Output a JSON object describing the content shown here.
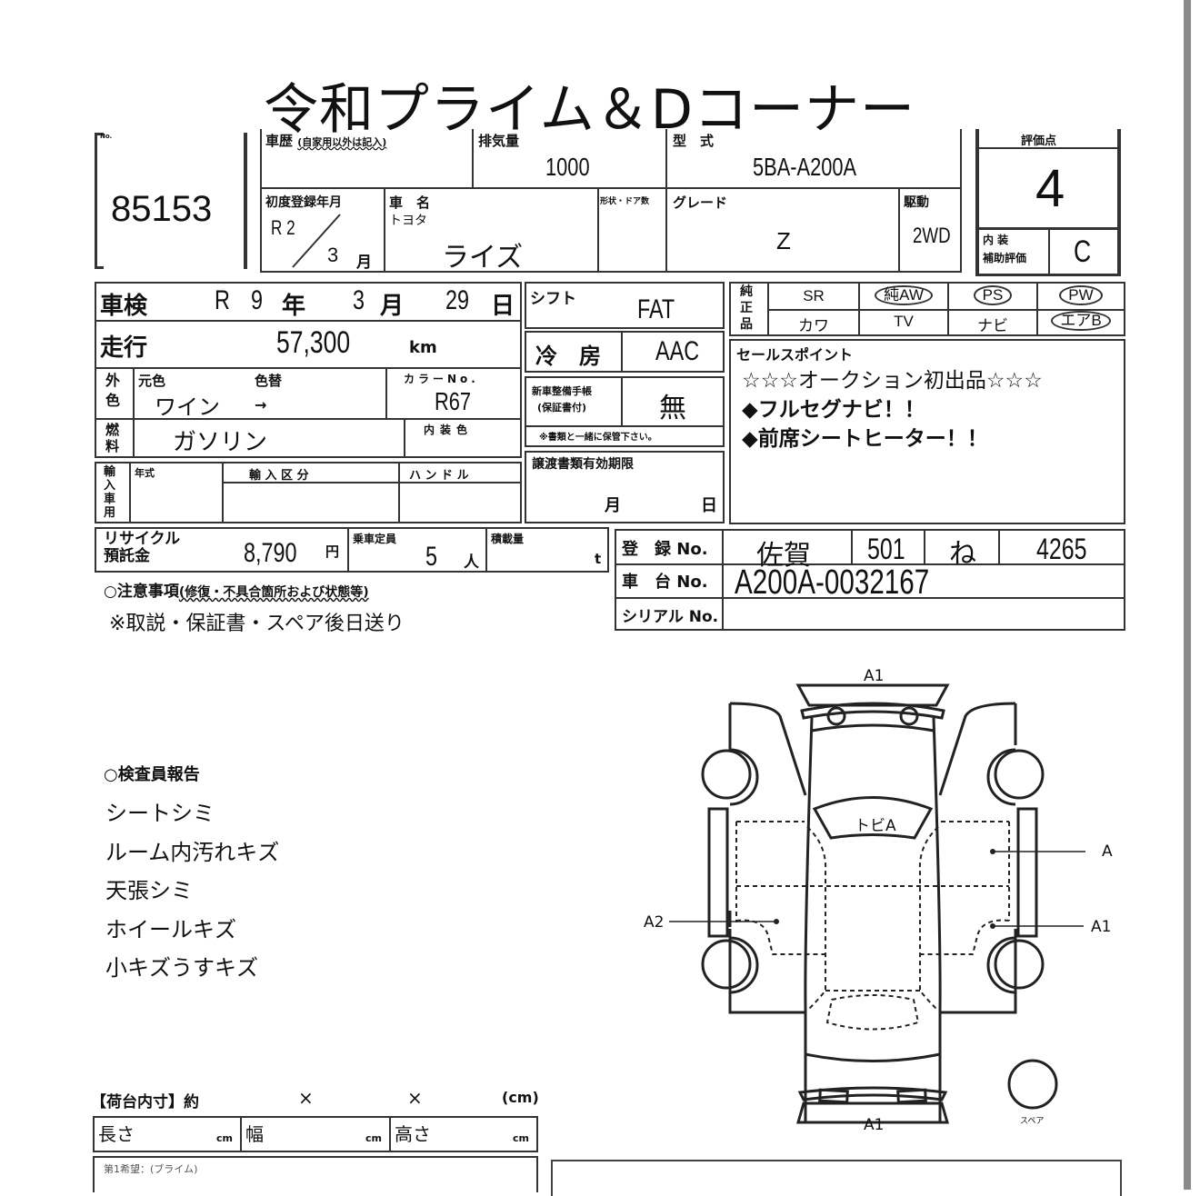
{
  "title": "令和プライム＆Dコーナー",
  "lot": {
    "label": "No.",
    "number": "85153"
  },
  "history": {
    "label": "車歴",
    "note": "(自家用以外は記入)",
    "value": ""
  },
  "displacement": {
    "label": "排気量",
    "value": "1000"
  },
  "model_code": {
    "label": "型　式",
    "value": "5BA-A200A"
  },
  "score": {
    "label": "評価点",
    "value": "4",
    "interior_label": "内 装\n補助評価",
    "interior_value": "C"
  },
  "first_registration": {
    "label": "初度登録年月",
    "era": "R 2",
    "month": "3",
    "month_unit": "月"
  },
  "car_name": {
    "label": "車　名",
    "maker": "トヨタ",
    "value": "ライズ"
  },
  "body_doors": {
    "label": "形状・ドア数",
    "value": ""
  },
  "grade": {
    "label": "グレード",
    "value": "Z"
  },
  "drive": {
    "label": "駆動",
    "value": "2WD"
  },
  "inspection": {
    "label": "車検",
    "era": "R",
    "year": "9",
    "year_unit": "年",
    "month": "3",
    "month_unit": "月",
    "day": "29",
    "day_unit": "日"
  },
  "mileage": {
    "label": "走行",
    "value": "57,300",
    "unit": "km"
  },
  "exterior_color": {
    "side_label": "外色",
    "original_label": "元色",
    "original": "ワイン",
    "change_label": "色替",
    "change": "→",
    "code_label": "カラーNo.",
    "code": "R67"
  },
  "fuel": {
    "side_label": "燃料",
    "value": "ガソリン",
    "interior_color_label": "内装色",
    "interior_color": ""
  },
  "import": {
    "side_label": "輸入車用",
    "year_label": "年式",
    "category_label": "輸 入 区 分",
    "handle_label": "ハ ン ド ル"
  },
  "shift": {
    "label": "シフト",
    "value": "FAT"
  },
  "ac": {
    "label": "冷　房",
    "value": "AAC"
  },
  "warranty": {
    "label": "新車整備手帳\n(保証書付)",
    "value": "無",
    "note": "※書類と一緒に保管下さい。"
  },
  "transfer_docs": {
    "label": "譲渡書類有効期限",
    "month_unit": "月",
    "day_unit": "日"
  },
  "equipment": {
    "side_label": "純正品",
    "row1": [
      {
        "label": "SR",
        "circled": false
      },
      {
        "label": "純AW",
        "circled": true
      },
      {
        "label": "PS",
        "circled": true
      },
      {
        "label": "PW",
        "circled": true
      }
    ],
    "row2": [
      {
        "label": "カワ",
        "circled": false
      },
      {
        "label": "TV",
        "circled": false
      },
      {
        "label": "ナビ",
        "circled": false
      },
      {
        "label": "エアB",
        "circled": true
      }
    ]
  },
  "sales_points": {
    "label": "セールスポイント",
    "lines": [
      "☆☆☆オークション初出品☆☆☆",
      "◆フルセグナビ！！",
      "◆前席シートヒーター！！"
    ]
  },
  "recycle": {
    "label": "リサイクル\n預託金",
    "value": "8,790",
    "unit": "円"
  },
  "capacity": {
    "label": "乗車定員",
    "value": "5",
    "unit": "人"
  },
  "load": {
    "label": "積載量",
    "unit": "t"
  },
  "registration": {
    "label": "登　録 No.",
    "pref": "佐賀",
    "class": "501",
    "kana": "ね",
    "number": "4265"
  },
  "chassis": {
    "label": "車　台 No.",
    "value": "A200A-0032167"
  },
  "serial": {
    "label": "シリアル No.",
    "value": ""
  },
  "notes": {
    "label": "○注意事項",
    "sub": "(修復・不具合箇所および状態等)",
    "text": "※取説・保証書・スペア後日送り"
  },
  "inspector": {
    "label": "○検査員報告",
    "items": [
      "シートシミ",
      "ルーム内汚れキズ",
      "天張シミ",
      "ホイールキズ",
      "小キズうすキズ"
    ]
  },
  "diagram": {
    "top": "A1",
    "bottom": "A1",
    "windshield": "トビA",
    "right_upper": "A",
    "right_lower": "A1",
    "left": "A2",
    "spare": "スペア"
  },
  "cargo": {
    "label": "【荷台内寸】約",
    "x1": "×",
    "x2": "×",
    "unit": "(cm)",
    "length": "長さ",
    "width": "幅",
    "height": "高さ",
    "cm": "cm"
  },
  "footer": {
    "partial": "第1希望：(ブライム)"
  }
}
